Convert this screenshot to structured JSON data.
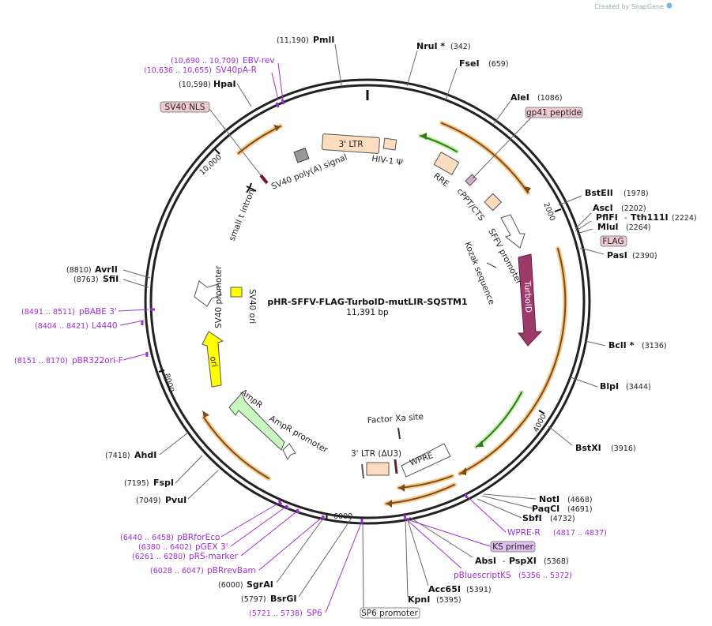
{
  "watermark": "Created by SnapGene",
  "map": {
    "name": "pHR-SFFV-FLAG-TurboID-mutLIR-SQSTM1",
    "size": "11,391 bp",
    "ticks": [
      "2000",
      "4000",
      "6000",
      "8000",
      "10,000"
    ]
  },
  "colors": {
    "primer": "#9b30d0",
    "turboid": "#9e3a6a",
    "highlight": "#f5c98a",
    "ori": "#ffff00",
    "ampr": "#c8f5c0",
    "ltr": "#fddcbf",
    "box": "#f0c8d0"
  },
  "sites": {
    "pmli": {
      "name": "PmlI",
      "pos": "(11,190)"
    },
    "nrui": {
      "name": "NruI *",
      "pos": "(342)"
    },
    "fsei": {
      "name": "FseI",
      "pos": "(659)"
    },
    "alei": {
      "name": "AleI",
      "pos": "(1086)"
    },
    "bsteii": {
      "name": "BstEII",
      "pos": "(1978)"
    },
    "asci": {
      "name": "AscI",
      "pos": "(2202)"
    },
    "pflfi": {
      "name": "PflFI",
      "sep": "-",
      "name2": "Tth111I",
      "pos": "(2224)"
    },
    "mlui": {
      "name": "MluI",
      "pos": "(2264)"
    },
    "pasi": {
      "name": "PasI",
      "pos": "(2390)"
    },
    "bcli": {
      "name": "BclI *",
      "pos": "(3136)"
    },
    "blpi": {
      "name": "BlpI",
      "pos": "(3444)"
    },
    "bstxi": {
      "name": "BstXI",
      "pos": "(3916)"
    },
    "noti": {
      "name": "NotI",
      "pos": "(4668)"
    },
    "paqci": {
      "name": "PaqCI",
      "pos": "(4691)"
    },
    "sbfi": {
      "name": "SbfI",
      "pos": "(4732)"
    },
    "absi": {
      "name": "AbsI",
      "sep": "-",
      "name2": "PspXI",
      "pos": "(5368)"
    },
    "acc65i": {
      "name": "Acc65I",
      "pos": "(5391)"
    },
    "kpni": {
      "name": "KpnI",
      "pos": "(5395)"
    },
    "sgrai": {
      "name": "SgrAI",
      "pos": "(6000)"
    },
    "bsrgi": {
      "name": "BsrGI",
      "pos": "(5797)"
    },
    "ahdi": {
      "name": "AhdI",
      "pos": "(7418)"
    },
    "fspi": {
      "name": "FspI",
      "pos": "(7195)"
    },
    "pvui": {
      "name": "PvuI",
      "pos": "(7049)"
    },
    "avrii": {
      "name": "AvrII",
      "pos": "(8810)"
    },
    "sfii": {
      "name": "SfiI",
      "pos": "(8763)"
    },
    "hpai": {
      "name": "HpaI",
      "pos": "(10,598)"
    }
  },
  "primers": {
    "ebv": {
      "name": "EBV-rev",
      "pos": "(10,690 .. 10,709)"
    },
    "sv40pa": {
      "name": "SV40pA-R",
      "pos": "(10,636 .. 10,655)"
    },
    "pbabe": {
      "name": "pBABE 3'",
      "pos": "(8491 .. 8511)"
    },
    "l4440": {
      "name": "L4440",
      "pos": "(8404 .. 8421)"
    },
    "pbr322": {
      "name": "pBR322ori-F",
      "pos": "(8151 .. 8170)"
    },
    "pbrforeco": {
      "name": "pBRforEco",
      "pos": "(6440 .. 6458)"
    },
    "pgex": {
      "name": "pGEX 3'",
      "pos": "(6380 .. 6402)"
    },
    "prs": {
      "name": "pRS-marker",
      "pos": "(6261 .. 6280)"
    },
    "pbrrevbam": {
      "name": "pBRrevBam",
      "pos": "(6028 .. 6047)"
    },
    "sp6": {
      "name": "SP6",
      "pos": "(5721 .. 5738)"
    },
    "wpre": {
      "name": "WPRE-R",
      "pos": "(4817 .. 4837)"
    },
    "ks": {
      "name": "KS primer"
    },
    "pbluescript": {
      "name": "pBluescriptKS",
      "pos": "(5356 .. 5372)"
    },
    "sp6promoter": {
      "name": "SP6 promoter"
    }
  },
  "features": {
    "sv40nls": "SV40 NLS",
    "gp41": "gp41 peptide",
    "flag": "FLAG",
    "ltr3": "3' LTR",
    "hiv": "HIV-1 Ψ",
    "sv40polya": "SV40 poly(A) signal",
    "rre": "RRE",
    "cppt": "cPPT/CTS",
    "smallt": "small t intron",
    "sffv": "SFFV promoter",
    "kozak": "Kozak sequence",
    "turboid": "TurboID",
    "sv40promoter": "SV40 promoter",
    "sv40ori": "SV40 ori",
    "ori": "ori",
    "ampr": "AmpR",
    "amprpromoter": "AmpR promoter",
    "factorxa": "Factor Xa site",
    "ltr3du3": "3' LTR (ΔU3)",
    "wpre": "WPRE"
  }
}
